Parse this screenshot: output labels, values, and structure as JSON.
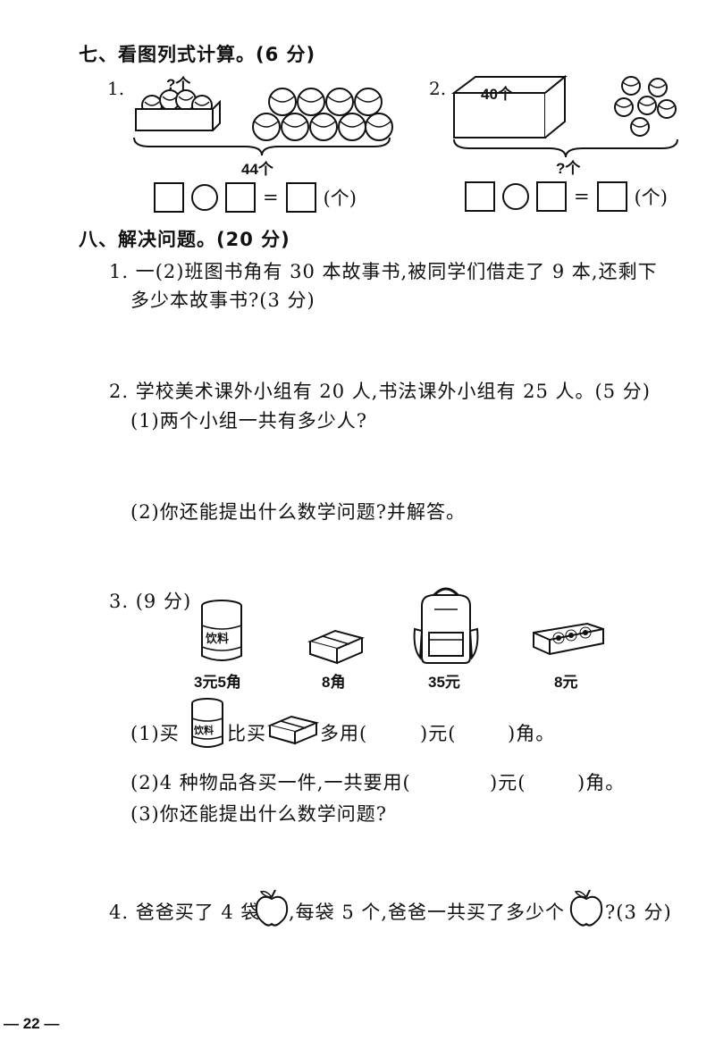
{
  "section7": {
    "title": "七、看图列式计算。(6 分)",
    "q1": {
      "num": "1.",
      "top_label": "?个",
      "bottom_label": "44个",
      "unit": "(个)",
      "eq": "="
    },
    "q2": {
      "num": "2.",
      "box_label": "40个",
      "bottom_label": "?个",
      "unit": "(个)",
      "eq": "="
    }
  },
  "section8": {
    "title": "八、解决问题。(20 分)",
    "p1": {
      "line1": "1. 一(2)班图书角有 30 本故事书,被同学们借走了 9 本,还剩下",
      "line2": "多少本故事书?(3 分)"
    },
    "p2": {
      "line1": "2. 学校美术课外小组有 20 人,书法课外小组有 25 人。(5 分)",
      "sub1": "(1)两个小组一共有多少人?",
      "sub2": "(2)你还能提出什么数学问题?并解答。"
    },
    "p3": {
      "head": "3. (9 分)",
      "items": [
        {
          "name": "饮料",
          "price": "3元5角",
          "icon": "drink-can-icon"
        },
        {
          "name": "",
          "price": "8角",
          "icon": "eraser-icon"
        },
        {
          "name": "",
          "price": "35元",
          "icon": "backpack-icon"
        },
        {
          "name": "",
          "price": "8元",
          "icon": "pencil-case-icon"
        }
      ],
      "can_text": "饮料",
      "s1_a": "(1)买",
      "s1_b": "比买",
      "s1_c": "多用(",
      "s1_d": ")元(",
      "s1_e": ")角。",
      "s2_a": "(2)4 种物品各买一件,一共要用(",
      "s2_b": ")元(",
      "s2_c": ")角。",
      "s3": "(3)你还能提出什么数学问题?"
    },
    "p4": {
      "a": "4. 爸爸买了 4 袋",
      "b": ",每袋 5 个,爸爸一共买了多少个",
      "c": "?(3 分)"
    }
  },
  "footer": {
    "page": "— 22 —"
  }
}
